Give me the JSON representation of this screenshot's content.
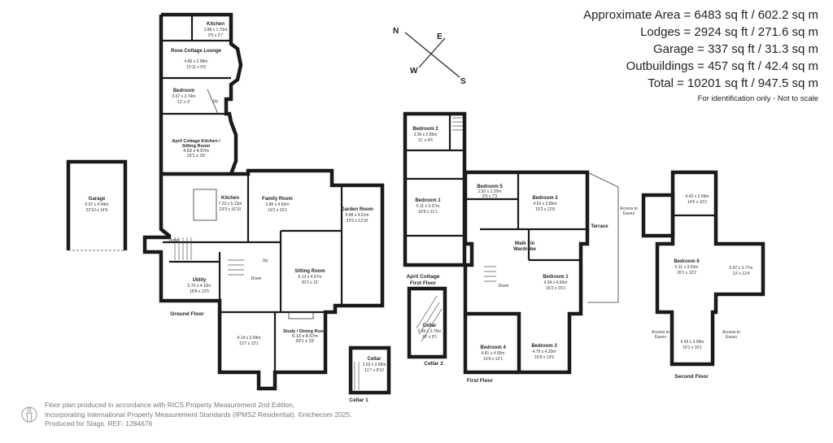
{
  "area": {
    "lines": [
      "Approximate Area = 6483 sq ft / 602.2 sq m",
      "Lodges = 2924 sq ft / 271.6 sq m",
      "Garage = 337 sq ft / 31.3 sq m",
      "Outbuildings = 457 sq ft / 42.4 sq m",
      "Total = 10201 sq ft / 947.5 sq m"
    ],
    "note": "For identification only - Not to scale"
  },
  "compass": {
    "n": "N",
    "e": "E",
    "s": "S",
    "w": "W"
  },
  "footer": {
    "line1": "Floor plan produced in accordance with RICS Property Measurement 2nd Edition,",
    "line2": "Incorporating International Property Measurement Standards (IPMS2 Residential).  ©nichecom 2025.",
    "line3": "Produced for Stags.  REF: 1284676"
  },
  "floors": {
    "ground": "Ground Floor",
    "first": "First Floor",
    "second": "Second Floor",
    "cellar1": "Cellar 1",
    "cellar2": "Cellar 2",
    "april_first": "April Cottage First Floor"
  },
  "rooms": {
    "kitchen_top": {
      "name": "Kitchen",
      "dims": "2.88 x 1.70m",
      "imp": "9'5 x 5'7"
    },
    "rose_lounge": {
      "name": "Rose Cottage Lounge",
      "dims": "4.86 x 2.98m",
      "imp": "15'11 x 9'9"
    },
    "bedroom_rose": {
      "name": "Bedroom",
      "dims": "3.67 x 2.74m",
      "imp": "12' x 9'"
    },
    "april_kitchen": {
      "name": "April Cottage Kitchen / Sitting Room",
      "dims": "4.59 x 4.57m",
      "imp": "15'1 x 15'"
    },
    "garage": {
      "name": "Garage",
      "dims": "6.97 x 4.49m",
      "imp": "22'10 x 14'9"
    },
    "kitchen_main": {
      "name": "Kitchen",
      "dims": "7.23 x 5.13m",
      "imp": "23'9 x 16'10"
    },
    "family": {
      "name": "Family Room",
      "dims": "5.85 x 4.60m",
      "imp": "19'2 x 15'1"
    },
    "garden": {
      "name": "Garden Room",
      "dims": "9.88 x 4.21m",
      "imp": "32'5 x 13'10"
    },
    "sitting": {
      "name": "Sitting Room",
      "dims": "6.13 x 4.57m",
      "imp": "20'1 x 15'"
    },
    "utility": {
      "name": "Utility",
      "dims": "5.70 x 4.10m",
      "imp": "18'8 x 13'5"
    },
    "room_ground": {
      "name": "",
      "dims": "4.14 x 3.69m",
      "imp": "13'7 x 12'1"
    },
    "study": {
      "name": "Study / Dining Room",
      "dims": "6.13 x 4.57m",
      "imp": "20'1 x 15'"
    },
    "cellar1": {
      "name": "Cellar",
      "dims": "3.53 x 2.69m",
      "imp": "11'7 x 8'10"
    },
    "cellar2": {
      "name": "Cellar",
      "dims": "5.49 x 2.76m",
      "imp": "18' x 9'1"
    },
    "ac_bed2": {
      "name": "Bedroom 2",
      "dims": "3.36 x 2.89m",
      "imp": "11' x 9'6"
    },
    "ac_bed1": {
      "name": "Bedroom 1",
      "dims": "5.11 x 3.37m",
      "imp": "16'9 x 11'1"
    },
    "bed5": {
      "name": "Bedroom 5",
      "dims": "2.82 x 2.20m",
      "imp": "9'3 x 7'3"
    },
    "bed2": {
      "name": "Bedroom 2",
      "dims": "4.62 x 3.85m",
      "imp": "15'2 x 12'8"
    },
    "bed1": {
      "name": "Bedroom 1",
      "dims": "4.94 x 4.65m",
      "imp": "16'2 x 15'3"
    },
    "bed4": {
      "name": "Bedroom 4",
      "dims": "4.81 x 4.00m",
      "imp": "15'9 x 13'1"
    },
    "bed3": {
      "name": "Bedroom 3",
      "dims": "4.79 x 4.20m",
      "imp": "15'9 x 13'9"
    },
    "bed6": {
      "name": "Bedroom 6",
      "dims": "6.11 x 3.09m",
      "imp": "20'1 x 10'2"
    },
    "sf_top": {
      "name": "",
      "dims": "4.42 x 3.09m",
      "imp": "14'6 x 10'2"
    },
    "sf_right": {
      "name": "",
      "dims": "3.97 x 3.77m",
      "imp": "13' x 12'4"
    },
    "sf_bottom": {
      "name": "",
      "dims": "4.59 x 3.08m",
      "imp": "15'1 x 10'1"
    }
  },
  "labels": {
    "walkin": "Walk - in Wardrobe",
    "terrace": "Terrace",
    "eaves": "Access to Eaves",
    "down": "Down",
    "up": "Up"
  }
}
